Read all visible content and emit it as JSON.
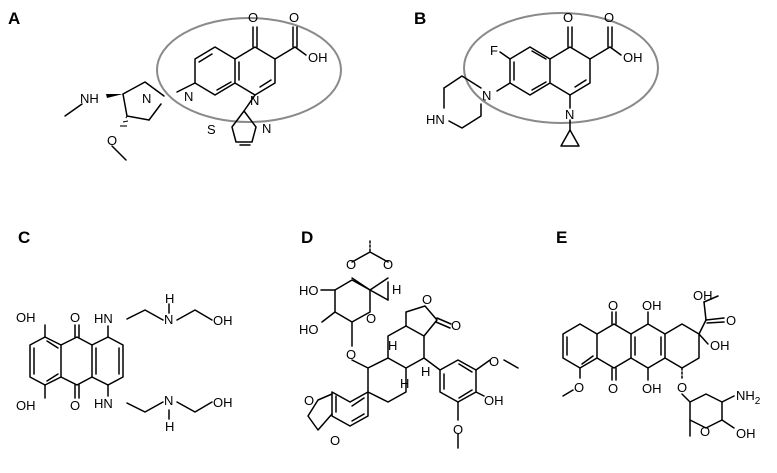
{
  "panels": [
    {
      "id": "A",
      "label": "A",
      "atoms": {
        "o_ketone": "O",
        "o_acid_top": "O",
        "oh_acid": "OH",
        "n_ring": "N",
        "n_ring1": "N",
        "n_pyrrolidine": "N",
        "nh_amine": "NH",
        "o_methoxy": "O",
        "s_thiazole": "S",
        "n_thiazole": "N"
      }
    },
    {
      "id": "B",
      "label": "B",
      "atoms": {
        "f": "F",
        "o_ketone": "O",
        "o_acid_top": "O",
        "oh_acid": "OH",
        "n_pip": "N",
        "hn_pip": "HN",
        "n_ring1": "N"
      }
    },
    {
      "id": "C",
      "label": "C",
      "atoms": {
        "oh_top": "OH",
        "o_top": "O",
        "hn_top": "HN",
        "h_top": "H",
        "n_top": "N",
        "oh_chain_top": "OH",
        "oh_bottom": "OH",
        "o_bottom": "O",
        "hn_bottom": "HN",
        "n_bottom": "N",
        "h_bottom": "H",
        "oh_chain_bottom": "OH"
      }
    },
    {
      "id": "D",
      "label": "D",
      "atoms": {
        "o1": "O",
        "o2": "O",
        "h1": "H",
        "ho": "HO",
        "ho2": "HO",
        "o3": "O",
        "h2": "H",
        "o4": "O",
        "h3": "H",
        "o_lactone": "O",
        "o_carbonyl": "O",
        "h4": "H",
        "o_ome1": "O",
        "oh": "OH",
        "o_diox1": "O",
        "o_diox2": "O",
        "o_ome2": "O"
      }
    },
    {
      "id": "E",
      "label": "E",
      "atoms": {
        "oh_top": "OH",
        "o_keto_top": "O",
        "oh_ring": "OH",
        "o_carbonyl": "O",
        "oh_side": "OH",
        "o_ome": "O",
        "o_bottom": "O",
        "oh_bottom": "OH",
        "o_glyc": "O",
        "nh2": "NH",
        "nh2_sub": "2",
        "o_sugar": "O",
        "oh_sugar": "OH"
      }
    }
  ]
}
